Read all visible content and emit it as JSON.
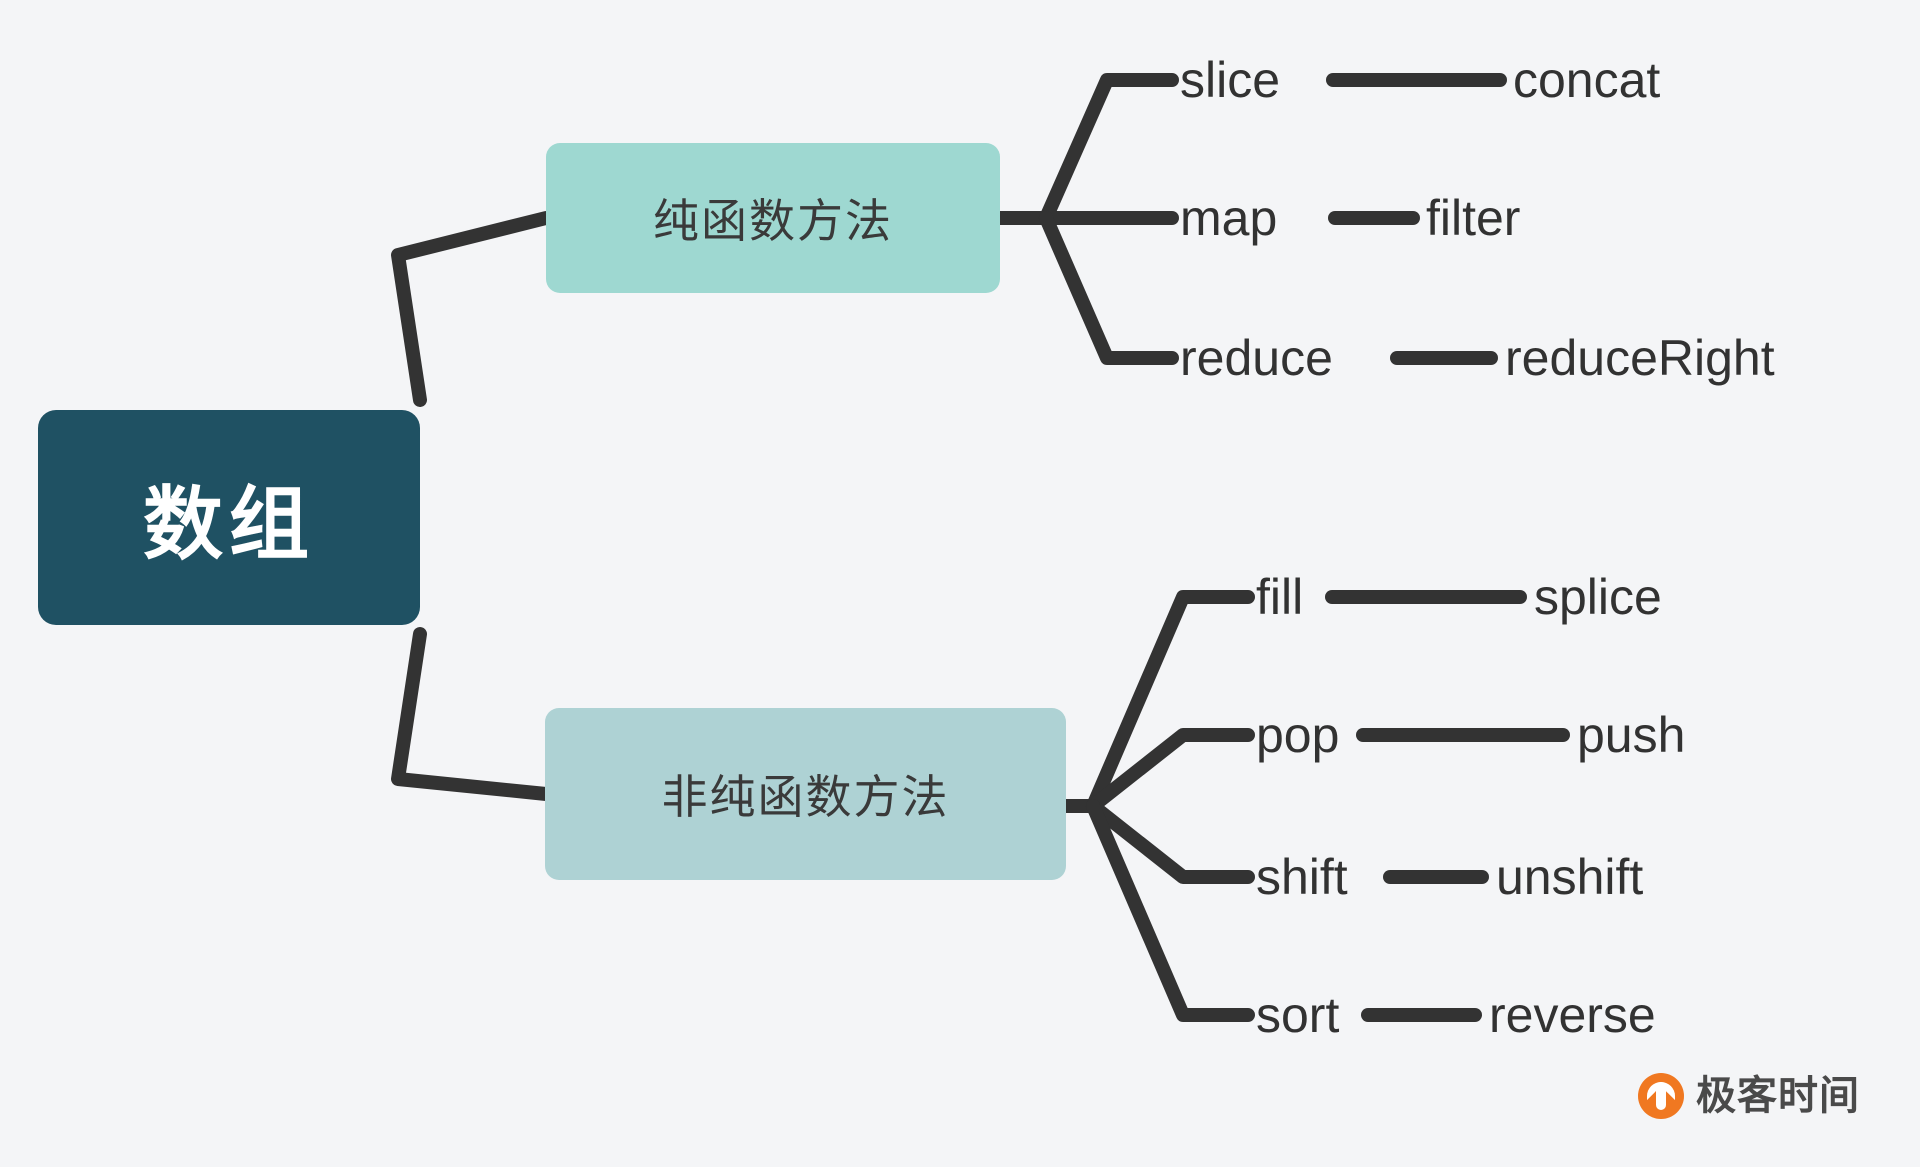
{
  "meta": {
    "background_color": "#f4f5f7",
    "line_color": "#333333",
    "root_fill": "#1f5163",
    "root_text_color": "#ffffff",
    "branch_pure_fill": "#9ed8d1",
    "branch_impure_fill": "#aed2d4",
    "branch_text_color": "#3a3a3a",
    "leaf_text_color": "#323232"
  },
  "chart_data": {
    "type": "diagram",
    "title": "数组",
    "root": {
      "label": "数组"
    },
    "branches": [
      {
        "label": "纯函数方法",
        "leaves": [
          {
            "left": "slice",
            "right": "concat"
          },
          {
            "left": "map",
            "right": "filter"
          },
          {
            "left": "reduce",
            "right": "reduceRight"
          }
        ]
      },
      {
        "label": "非纯函数方法",
        "leaves": [
          {
            "left": "fill",
            "right": "splice"
          },
          {
            "left": "pop",
            "right": "push"
          },
          {
            "left": "shift",
            "right": "unshift"
          },
          {
            "left": "sort",
            "right": "reverse"
          }
        ]
      }
    ]
  },
  "logo": {
    "wordmark": "极客时间",
    "mark_color": "#f07821"
  }
}
